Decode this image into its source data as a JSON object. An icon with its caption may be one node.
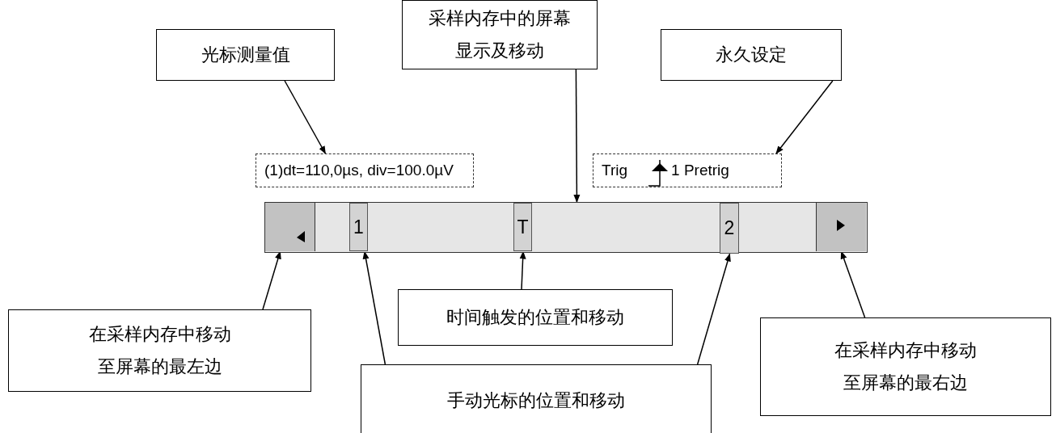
{
  "diagram": {
    "nodes": [
      {
        "text": [
          "光标测量值"
        ]
      },
      {
        "text": [
          "采样内存中的屏幕显示及移动"
        ]
      },
      {
        "text": [
          "永久设定"
        ]
      },
      {
        "text": [
          "(1)dt=110,0µs, div=100.0µV"
        ]
      },
      {
        "text": [
          "Trig",
          "1 Pretrig"
        ]
      },
      {
        "text": [],
        "shape": "bar"
      },
      {
        "text": [],
        "shape": "box",
        "in": 5
      },
      {
        "text": [
          "1"
        ],
        "in": 5
      },
      {
        "text": [
          "T"
        ],
        "in": 5
      },
      {
        "text": [
          "2"
        ],
        "in": 5
      },
      {
        "text": [],
        "shape": "box",
        "in": 5
      },
      {
        "text": [
          "在采样内存中移动至屏幕的最左边"
        ]
      },
      {
        "text": [
          "时间触发的位置和移动"
        ]
      },
      {
        "text": [
          "手动光标的位置和移动"
        ]
      },
      {
        "text": [
          "在采样内存中移动至屏幕的最右边"
        ]
      }
    ],
    "edges": [
      {
        "from": 0,
        "to": 3,
        "arrow": "to"
      },
      {
        "from": 2,
        "to": 4,
        "arrow": "to"
      },
      {
        "from": 1,
        "to": 5,
        "arrow": "to"
      },
      {
        "from": 11,
        "to": 6,
        "arrow": "to"
      },
      {
        "from": 13,
        "to": 7,
        "arrow": "to"
      },
      {
        "from": 12,
        "to": 8,
        "arrow": "to"
      },
      {
        "from": 13,
        "to": 9,
        "arrow": "to"
      },
      {
        "from": 14,
        "to": 10,
        "arrow": "to"
      }
    ]
  }
}
